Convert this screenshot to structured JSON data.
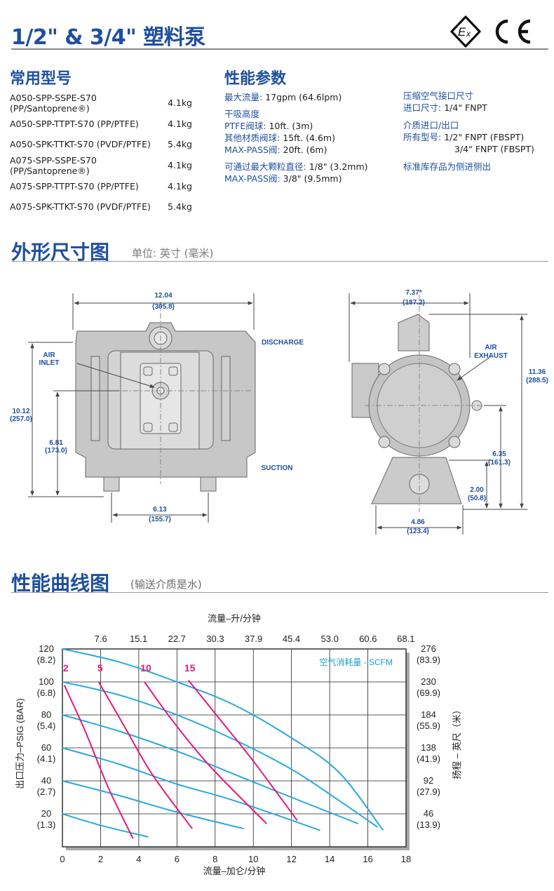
{
  "header": {
    "title": "1/2\" & 3/4\" 塑料泵"
  },
  "models_section": {
    "title": "常用型号",
    "rows": [
      {
        "model": "A050-SPP-SSPE-S70 (PP/Santoprene®)",
        "weight": "4.1kg"
      },
      {
        "model": "A050-SPP-TTPT-S70 (PP/PTFE)",
        "weight": "4.1kg"
      },
      {
        "model": "A050-SPK-TTKT-S70 (PVDF/PTFE)",
        "weight": "5.4kg"
      },
      {
        "model": "A075-SPP-SSPE-S70 (PP/Santoprene®)",
        "weight": "4.1kg"
      },
      {
        "model": "A075-SPP-TTPT-S70 (PP/PTFE)",
        "weight": "4.1kg"
      },
      {
        "model": "A075-SPK-TTKT-S70 (PVDF/PTFE)",
        "weight": "5.4kg"
      }
    ]
  },
  "performance_section": {
    "title": "性能参数",
    "max_flow_label": "最大流量:",
    "max_flow_value": "17gpm (64.6lpm)",
    "dry_lift_label": "干吸高度",
    "ptfe_label": "PTFE阀球:",
    "ptfe_value": "10ft. (3m)",
    "other_label": "其他材质阀球:",
    "other_value": "15ft. (4.6m)",
    "maxpass_label": "MAX-PASS阀:",
    "maxpass_value": "20ft. (6m)",
    "solids_label": "可通过最大颗粒直径:",
    "solids_value": "1/8\" (3.2mm)",
    "solids_maxpass_label": "MAX-PASS阀:",
    "solids_maxpass_value": "3/8\" (9.5mm)",
    "air_inlet_label": "压缩空气接口尺寸",
    "inlet_size_label": "进口尺寸:",
    "inlet_size_value": "1/4\" FNPT",
    "ports_label": "介质进口/出口",
    "all_models_label": "所有型号:",
    "port_value_1": "1/2\" FNPT (FBSPT)",
    "port_value_2": "3/4\" FNPT (FBSPT)",
    "stock_note": "标准库存品为侧进侧出"
  },
  "dimensions_section": {
    "title": "外形尺寸图",
    "subtitle": "单位: 英寸 (毫米)",
    "front": {
      "width": "12.04",
      "width_mm": "(305.8)",
      "discharge": "DISCHARGE",
      "suction": "SUCTION",
      "air_inlet_1": "AIR",
      "air_inlet_2": "INLET",
      "height": "10.12",
      "height_mm": "(257.0)",
      "mid_height": "6.81",
      "mid_height_mm": "(173.0)",
      "base": "6.13",
      "base_mm": "(155.7)"
    },
    "side": {
      "width": "7.37*",
      "width_mm": "(187.2)",
      "air_exhaust_1": "AIR",
      "air_exhaust_2": "EXHAUST",
      "height": "11.36",
      "height_mm": "(288.5)",
      "mid_height": "6.35",
      "mid_height_mm": "(161.3)",
      "foot_height": "2.00",
      "foot_height_mm": "(50.8)",
      "base": "4.86",
      "base_mm": "(123.4)"
    }
  },
  "curve_section": {
    "title": "性能曲线图",
    "subtitle": "(输送介质是水)"
  },
  "chart_data": {
    "type": "line",
    "top_axis_label": "流量–升/分钟",
    "top_ticks": [
      "7.6",
      "15.1",
      "22.7",
      "30.3",
      "37.9",
      "45.4",
      "53.0",
      "60.6",
      "68.1"
    ],
    "xlabel": "流量–加仑/分钟",
    "x_ticks": [
      "0",
      "2",
      "4",
      "6",
      "8",
      "10",
      "12",
      "14",
      "16",
      "18"
    ],
    "xlim": [
      0,
      18
    ],
    "ylabel": "出口压力–PSIG (BAR)",
    "y_ticks": [
      {
        "psi": "120",
        "bar": "(8.2)"
      },
      {
        "psi": "100",
        "bar": "(6.8)"
      },
      {
        "psi": "80",
        "bar": "(5.4)"
      },
      {
        "psi": "60",
        "bar": "(4.1)"
      },
      {
        "psi": "40",
        "bar": "(2.7)"
      },
      {
        "psi": "20",
        "bar": "(1.3)"
      }
    ],
    "ylim": [
      0,
      120
    ],
    "right_label": "扬程 – 英尺（米）",
    "right_ticks": [
      {
        "ft": "276",
        "m": "(83.9)"
      },
      {
        "ft": "230",
        "m": "(69.9)"
      },
      {
        "ft": "184",
        "m": "(55.9)"
      },
      {
        "ft": "138",
        "m": "(41.9)"
      },
      {
        "ft": "92",
        "m": "(27.9)"
      },
      {
        "ft": "46",
        "m": "(13.9)"
      }
    ],
    "legend_text": "空气消耗量 - SCFM",
    "air_labels": [
      "2",
      "5",
      "10",
      "15"
    ],
    "colors": {
      "pressure": "#29a9e0",
      "air": "#e6197a"
    },
    "pressure_series": [
      {
        "x": [
          0,
          3,
          6,
          9,
          12,
          14.5,
          16.8
        ],
        "y": [
          120,
          112,
          100,
          86,
          66,
          45,
          10
        ]
      },
      {
        "x": [
          0,
          3,
          6,
          9,
          12,
          14.5,
          16.5
        ],
        "y": [
          100,
          92,
          80,
          65,
          47,
          28,
          12
        ]
      },
      {
        "x": [
          0,
          3,
          6,
          9,
          12,
          15.5
        ],
        "y": [
          80,
          70,
          58,
          44,
          30,
          14
        ]
      },
      {
        "x": [
          0,
          3,
          6,
          9,
          13.5
        ],
        "y": [
          60,
          50,
          38,
          28,
          10
        ]
      },
      {
        "x": [
          0,
          3,
          6,
          9.5
        ],
        "y": [
          40,
          31,
          21,
          11
        ]
      },
      {
        "x": [
          0,
          2,
          4.5
        ],
        "y": [
          20,
          13,
          6
        ]
      }
    ],
    "air_series": [
      {
        "x": [
          0.1,
          1.2,
          2.4,
          3.7
        ],
        "y": [
          98,
          70,
          36,
          5
        ]
      },
      {
        "x": [
          1.9,
          3.2,
          4.7,
          6.8
        ],
        "y": [
          100,
          74,
          44,
          11
        ]
      },
      {
        "x": [
          4.3,
          5.8,
          7.8,
          10.7
        ],
        "y": [
          100,
          76,
          48,
          14
        ]
      },
      {
        "x": [
          6.6,
          8.2,
          10,
          12.3
        ],
        "y": [
          101,
          78,
          52,
          16
        ]
      }
    ]
  }
}
